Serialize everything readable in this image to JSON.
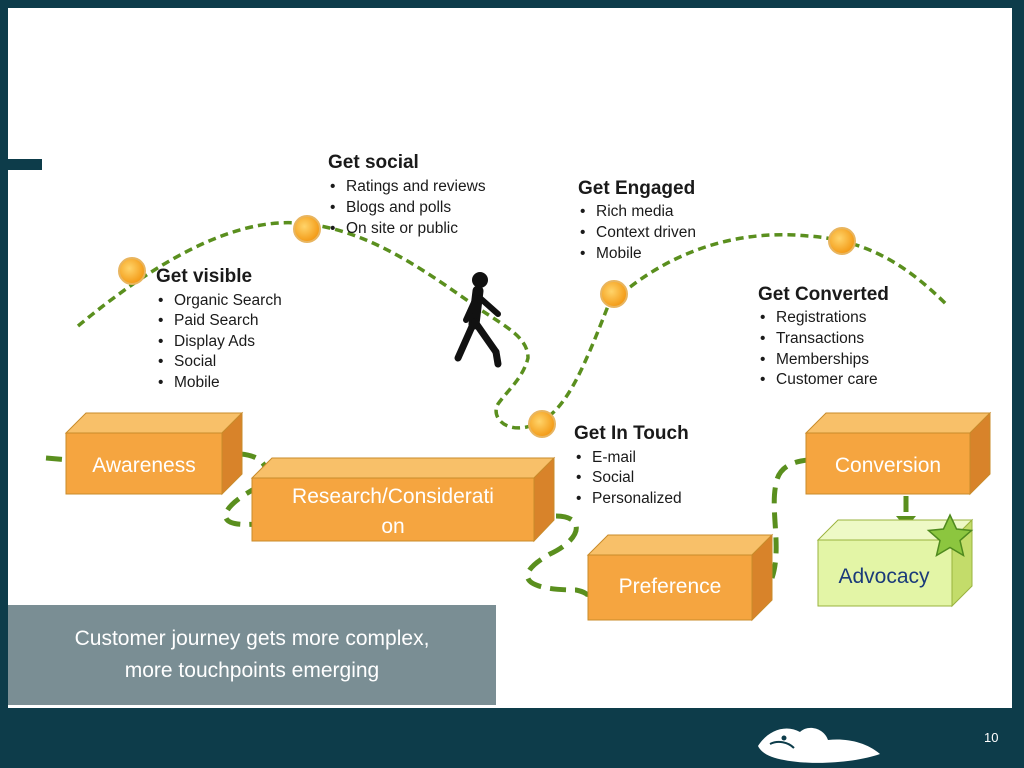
{
  "stages": [
    {
      "label_lines": [
        "Awareness"
      ]
    },
    {
      "label_lines": [
        "Research/Considerati",
        "on"
      ]
    },
    {
      "label_lines": [
        "Preference"
      ]
    },
    {
      "label_lines": [
        "Conversion"
      ]
    },
    {
      "label_lines": [
        "Advocacy"
      ]
    }
  ],
  "touchpoint_groups": [
    {
      "title": "Get visible",
      "items": [
        "Organic Search",
        "Paid Search",
        "Display Ads",
        "Social",
        "Mobile"
      ]
    },
    {
      "title": "Get social",
      "items": [
        "Ratings and reviews",
        "Blogs and polls",
        "On site or public"
      ]
    },
    {
      "title": "Get Engaged",
      "items": [
        "Rich media",
        "Context driven",
        "Mobile"
      ]
    },
    {
      "title": "Get Converted",
      "items": [
        "Registrations",
        "Transactions",
        "Memberships",
        "Customer care"
      ]
    },
    {
      "title": "Get In Touch",
      "items": [
        "E-mail",
        "Social",
        "Personalized"
      ]
    }
  ],
  "caption": {
    "line1": "Customer journey gets more complex,",
    "line2": "more touchpoints emerging"
  },
  "page_number": "10",
  "colors": {
    "background": "#0d3c4a",
    "path_green": "#5a8f1e",
    "box_orange": "#f5a540",
    "advocacy_green": "#e3f5a6",
    "touchpoint_dot": "#f6b12e",
    "caption_bg": "#7a8e94"
  },
  "icons": [
    "walking-person-icon",
    "star-icon",
    "duck-logo-icon"
  ]
}
